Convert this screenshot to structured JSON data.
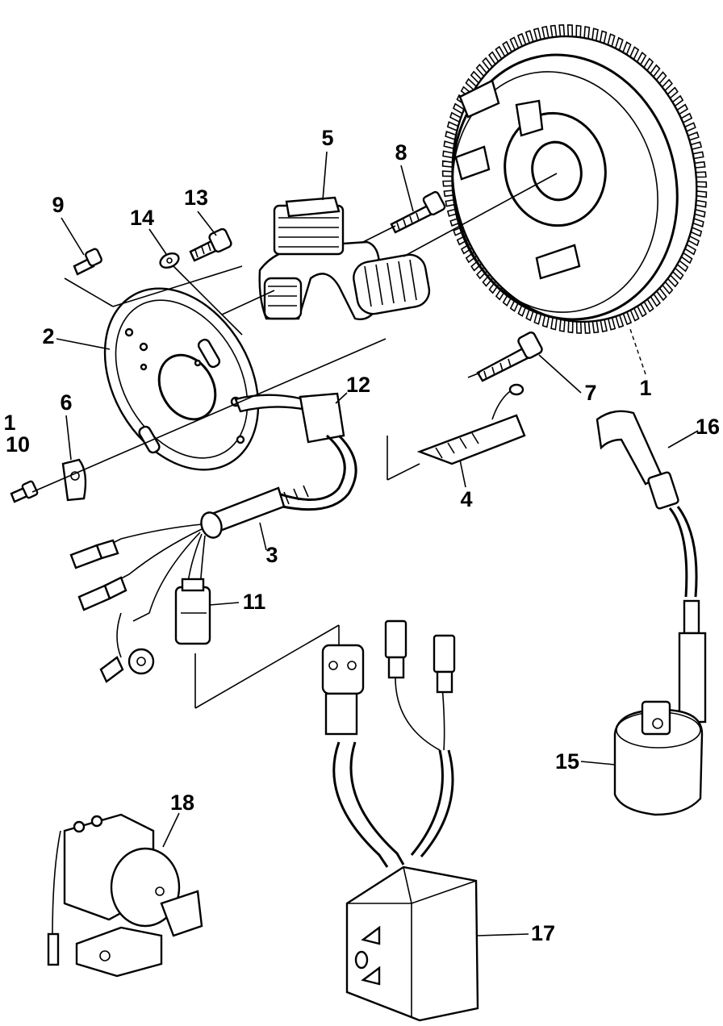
{
  "labels": {
    "p1": "1",
    "p1b": "1",
    "p2": "2",
    "p3": "3",
    "p4": "4",
    "p5": "5",
    "p6": "6",
    "p7": "7",
    "p8": "8",
    "p9": "9",
    "p10": "10",
    "p11": "11",
    "p12": "12",
    "p13": "13",
    "p14": "14",
    "p15": "15",
    "p16": "16",
    "p17": "17",
    "p18": "18"
  },
  "colors": {
    "ink": "#000000",
    "paper": "#ffffff"
  }
}
